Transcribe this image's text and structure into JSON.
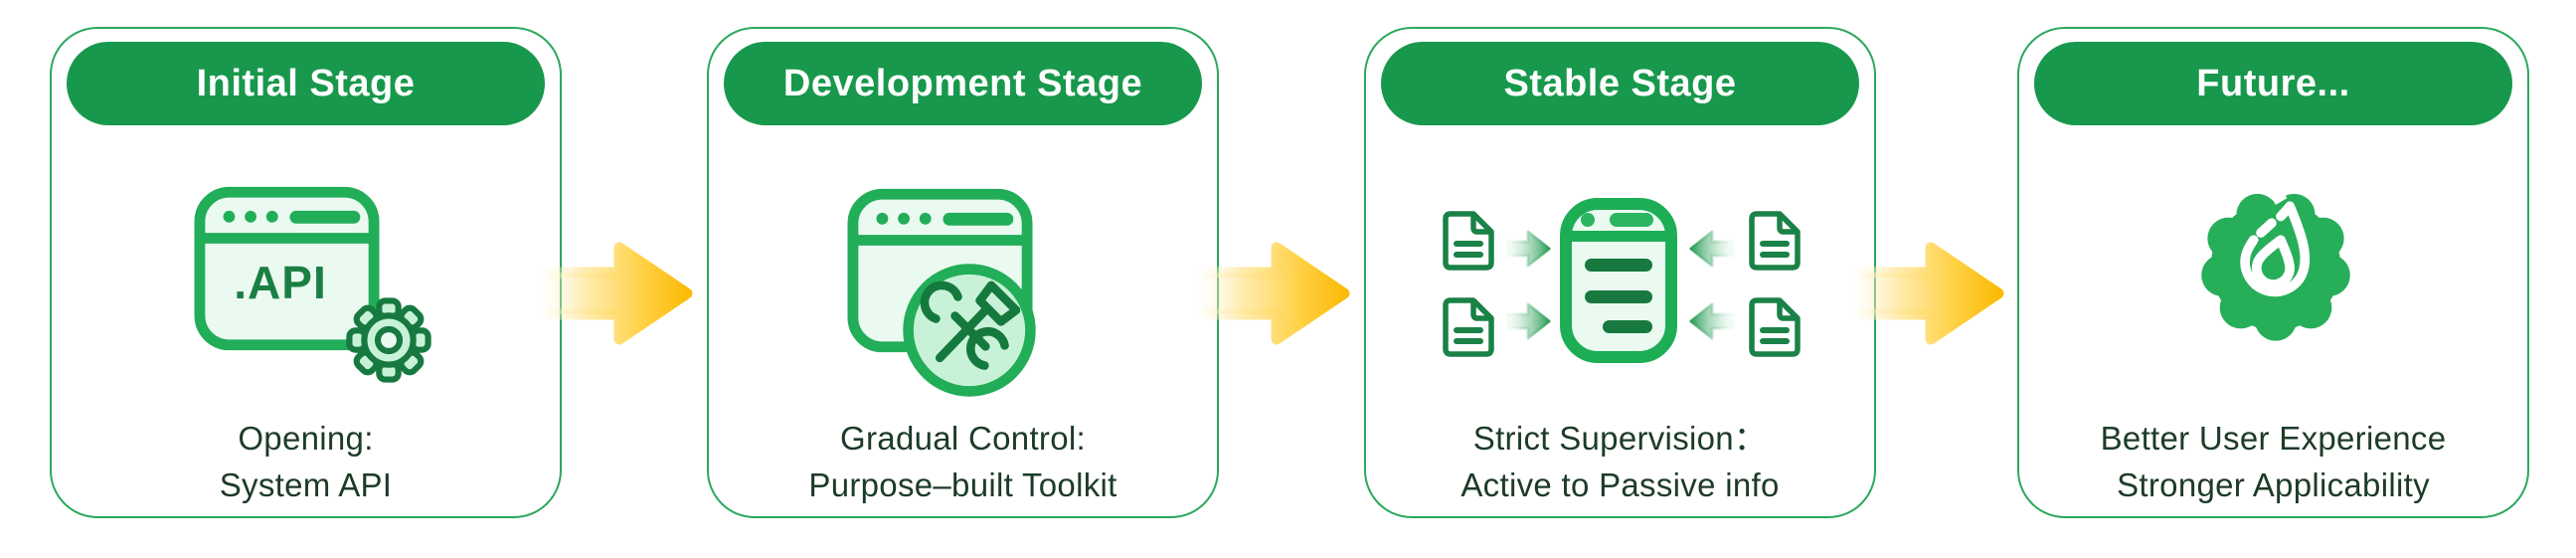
{
  "colors": {
    "brand_green": "#18984C",
    "card_border_green": "#2BA85D",
    "icon_green": "#22AD58",
    "icon_fill_light": "#EAFAF1",
    "icon_dark_green": "#17793F",
    "caption_text_green": "#1D3B27",
    "flow_arrow_gold": "#FBBB07",
    "badge_green": "#27AE59"
  },
  "stages": [
    {
      "title": "Initial Stage",
      "icon": "api-browser-window-with-gear-icon",
      "icon_label": ".API",
      "lines": [
        "Opening:",
        "System API"
      ]
    },
    {
      "title": "Development Stage",
      "icon": "browser-window-with-toolkit-icon",
      "lines": [
        "Gradual Control:",
        "Purpose–built Toolkit"
      ]
    },
    {
      "title": "Stable Stage",
      "icon": "documents-flowing-into-server-icon",
      "lines": [
        "Strict Supervision：",
        "Active to Passive info"
      ]
    },
    {
      "title": "Future...",
      "icon": "drop-badge-icon",
      "lines": [
        "Better User Experience",
        "Stronger Applicability"
      ]
    }
  ]
}
